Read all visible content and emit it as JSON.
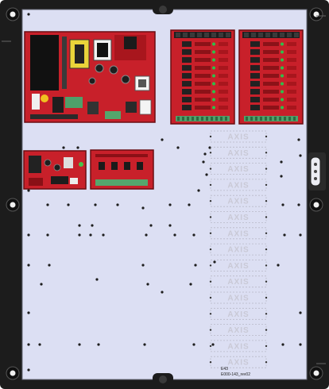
{
  "enclosure": {
    "panel_color": "#dcdff3",
    "frame_color": "#1c1c1c",
    "board_color": "#c8202a",
    "board_dark": "#8c1218"
  },
  "modules": [
    {
      "name": "power-supply-board"
    },
    {
      "name": "relay-board-1"
    },
    {
      "name": "relay-board-2"
    },
    {
      "name": "small-power-board"
    },
    {
      "name": "distribution-board"
    }
  ],
  "axis_slots": {
    "label": "AXIS",
    "count": 15
  },
  "panel_label": {
    "line1": "E43",
    "line2": "E000-143_rev02"
  }
}
